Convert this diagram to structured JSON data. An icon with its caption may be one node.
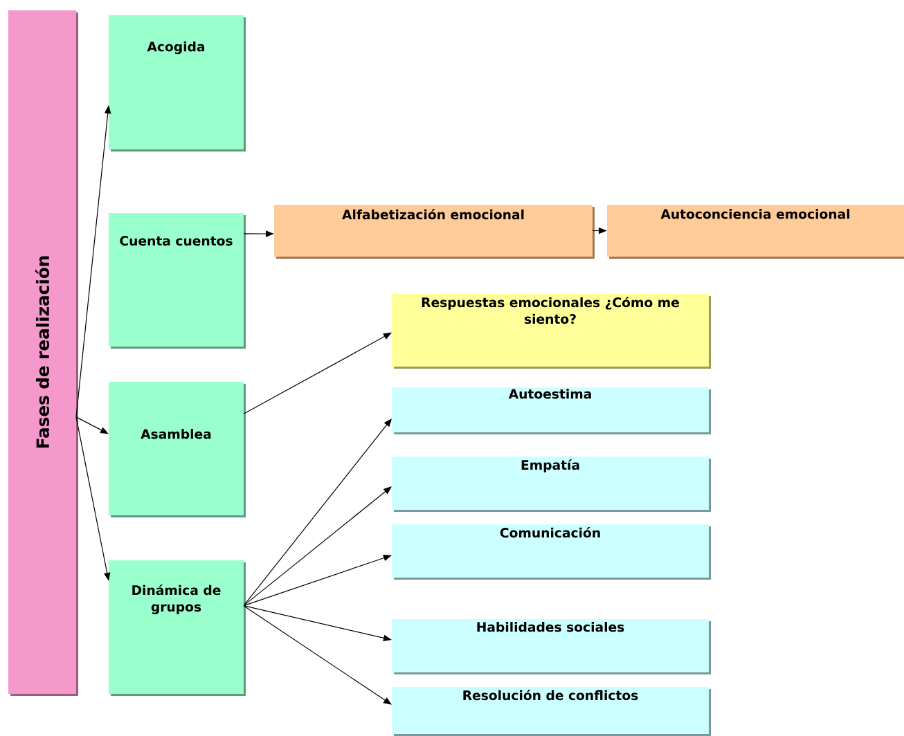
{
  "diagram": {
    "nodes": [
      {
        "text": [
          "Fases de realización"
        ]
      },
      {
        "text": [
          "Acogida"
        ]
      },
      {
        "text": [
          "Cuenta cuentos"
        ]
      },
      {
        "text": [
          "Asamblea"
        ]
      },
      {
        "text": [
          "Dinámica de grupos"
        ]
      },
      {
        "text": [
          "Alfabetización emocional"
        ]
      },
      {
        "text": [
          "Autoconciencia emocional"
        ]
      },
      {
        "text": [
          "Respuestas emocionales ¿Cómo me siento?"
        ]
      },
      {
        "text": [
          "Autoestima"
        ]
      },
      {
        "text": [
          "Empatía"
        ]
      },
      {
        "text": [
          "Comunicación"
        ]
      },
      {
        "text": [
          "Habilidades sociales"
        ]
      },
      {
        "text": [
          "Resolución de conflictos"
        ]
      }
    ],
    "edges": [
      {
        "from": 0,
        "to": 1,
        "arrow": "to"
      },
      {
        "from": 0,
        "to": 3,
        "arrow": "to"
      },
      {
        "from": 0,
        "to": 4,
        "arrow": "to"
      },
      {
        "from": 2,
        "to": 5,
        "arrow": "to"
      },
      {
        "from": 5,
        "to": 6,
        "arrow": "to"
      },
      {
        "from": 3,
        "to": 7,
        "arrow": "to"
      },
      {
        "from": 4,
        "to": 8,
        "arrow": "to"
      },
      {
        "from": 4,
        "to": 9,
        "arrow": "to"
      },
      {
        "from": 4,
        "to": 10,
        "arrow": "to"
      },
      {
        "from": 4,
        "to": 11,
        "arrow": "to"
      },
      {
        "from": 4,
        "to": 12,
        "arrow": "to"
      }
    ]
  }
}
